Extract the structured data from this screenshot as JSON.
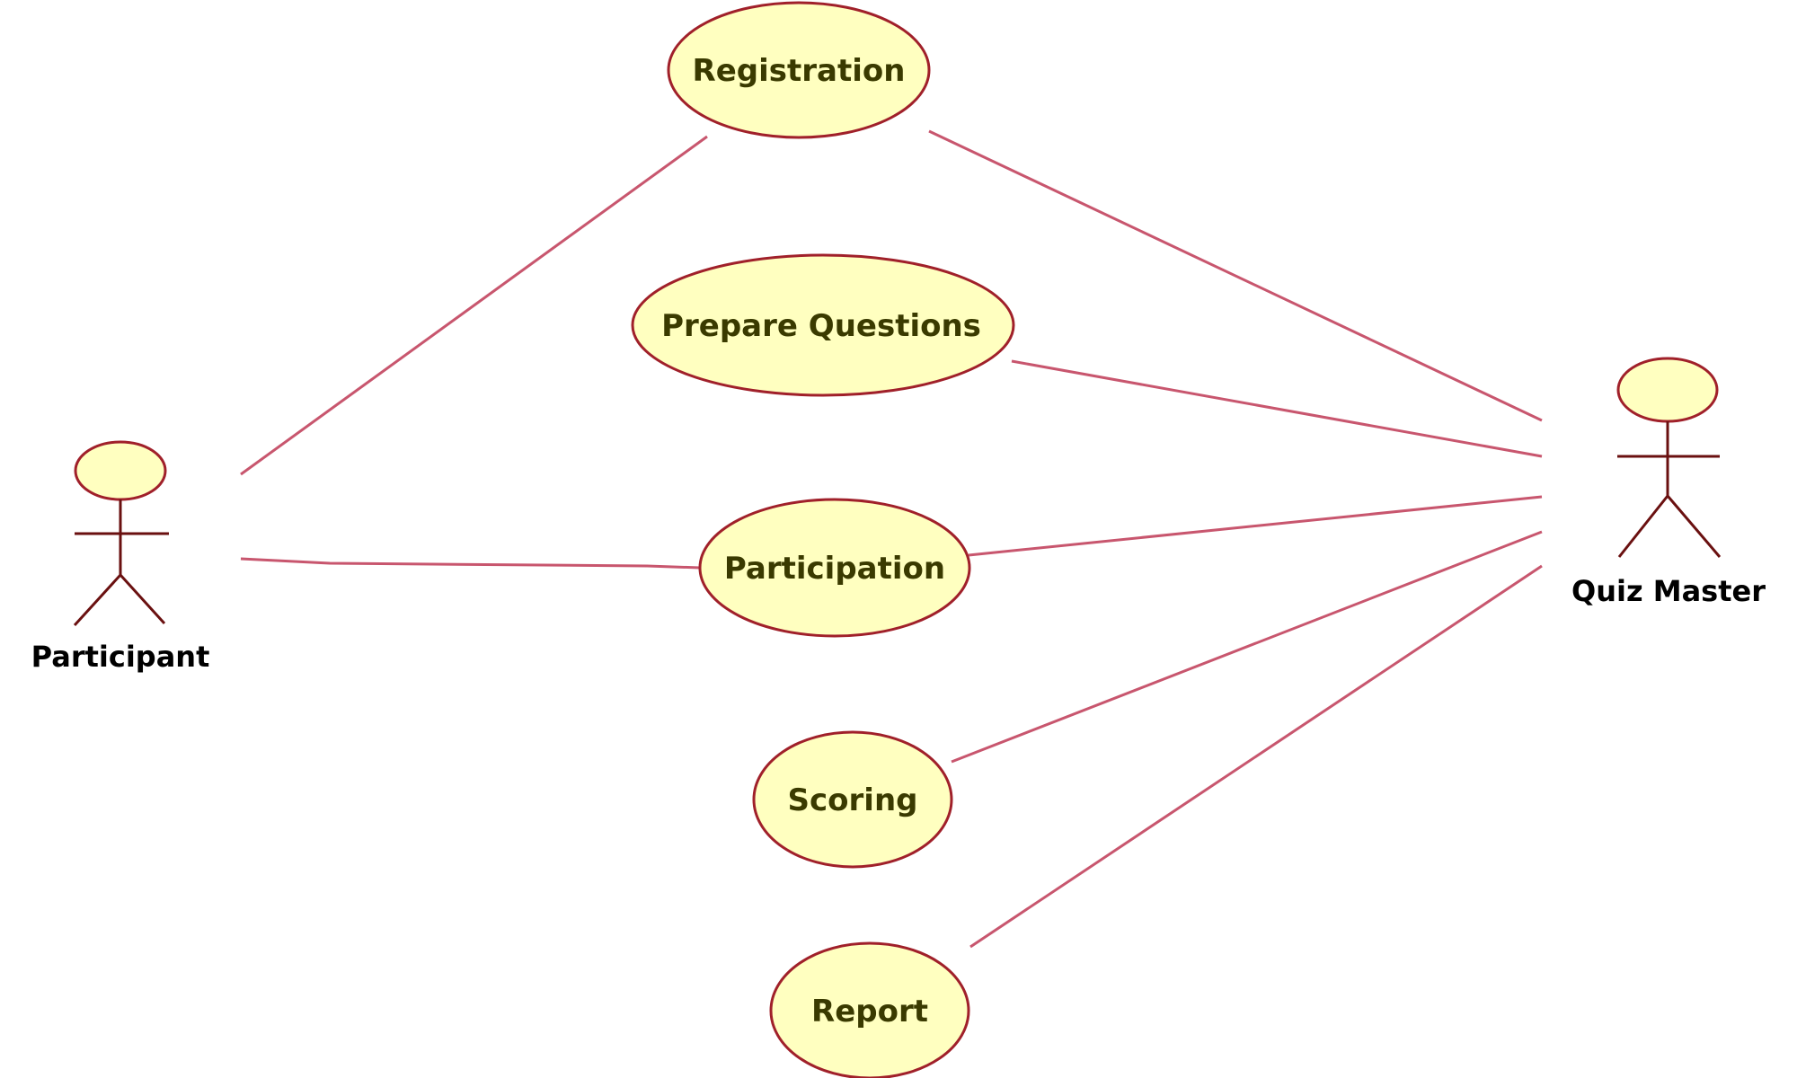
{
  "actors": {
    "participant": {
      "name": "Participant"
    },
    "quiz_master": {
      "name": "Quiz Master"
    }
  },
  "use_cases": {
    "registration": "Registration",
    "prepare_questions": "Prepare Questions",
    "participation": "Participation",
    "scoring": "Scoring",
    "report": "Report"
  },
  "associations": [
    {
      "from": "Participant",
      "to": "Registration"
    },
    {
      "from": "Participant",
      "to": "Participation"
    },
    {
      "from": "Quiz Master",
      "to": "Registration"
    },
    {
      "from": "Quiz Master",
      "to": "Prepare Questions"
    },
    {
      "from": "Quiz Master",
      "to": "Participation"
    },
    {
      "from": "Quiz Master",
      "to": "Scoring"
    },
    {
      "from": "Quiz Master",
      "to": "Report"
    }
  ],
  "colors": {
    "usecase_fill": "#ffffc0",
    "usecase_stroke": "#a0202a",
    "association_line": "#c8566e",
    "actor_stroke": "#6a1010"
  }
}
